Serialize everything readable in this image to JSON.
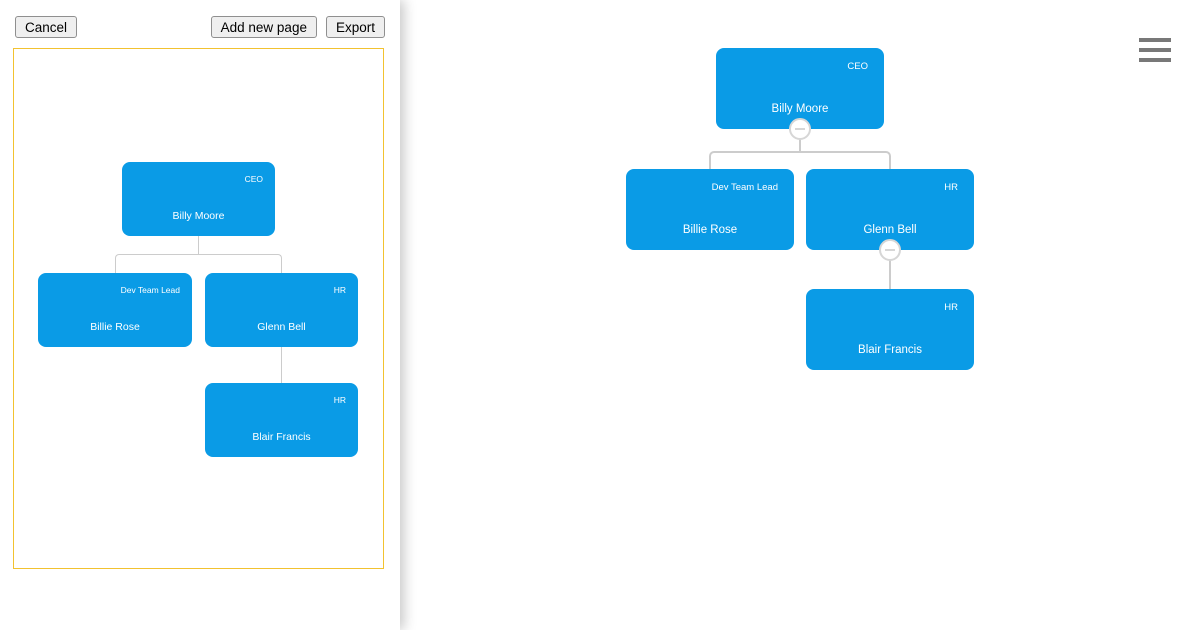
{
  "toolbar": {
    "cancel": "Cancel",
    "add_new_page": "Add new page",
    "export": "Export"
  },
  "menu": {
    "icon": "hamburger-icon"
  },
  "colors": {
    "node_fill": "#0a9be6",
    "node_text": "#ffffff",
    "preview_border": "#f2c230",
    "connector": "#cccccc",
    "menu_icon": "#787878",
    "button_bg": "#efefef",
    "button_border": "#8f8f8f"
  },
  "org_chart": {
    "nodes": [
      {
        "name": "Billy Moore",
        "role": "CEO"
      },
      {
        "name": "Billie Rose",
        "role": "Dev Team Lead"
      },
      {
        "name": "Glenn Bell",
        "role": "HR"
      },
      {
        "name": "Blair Francis",
        "role": "HR"
      }
    ]
  }
}
